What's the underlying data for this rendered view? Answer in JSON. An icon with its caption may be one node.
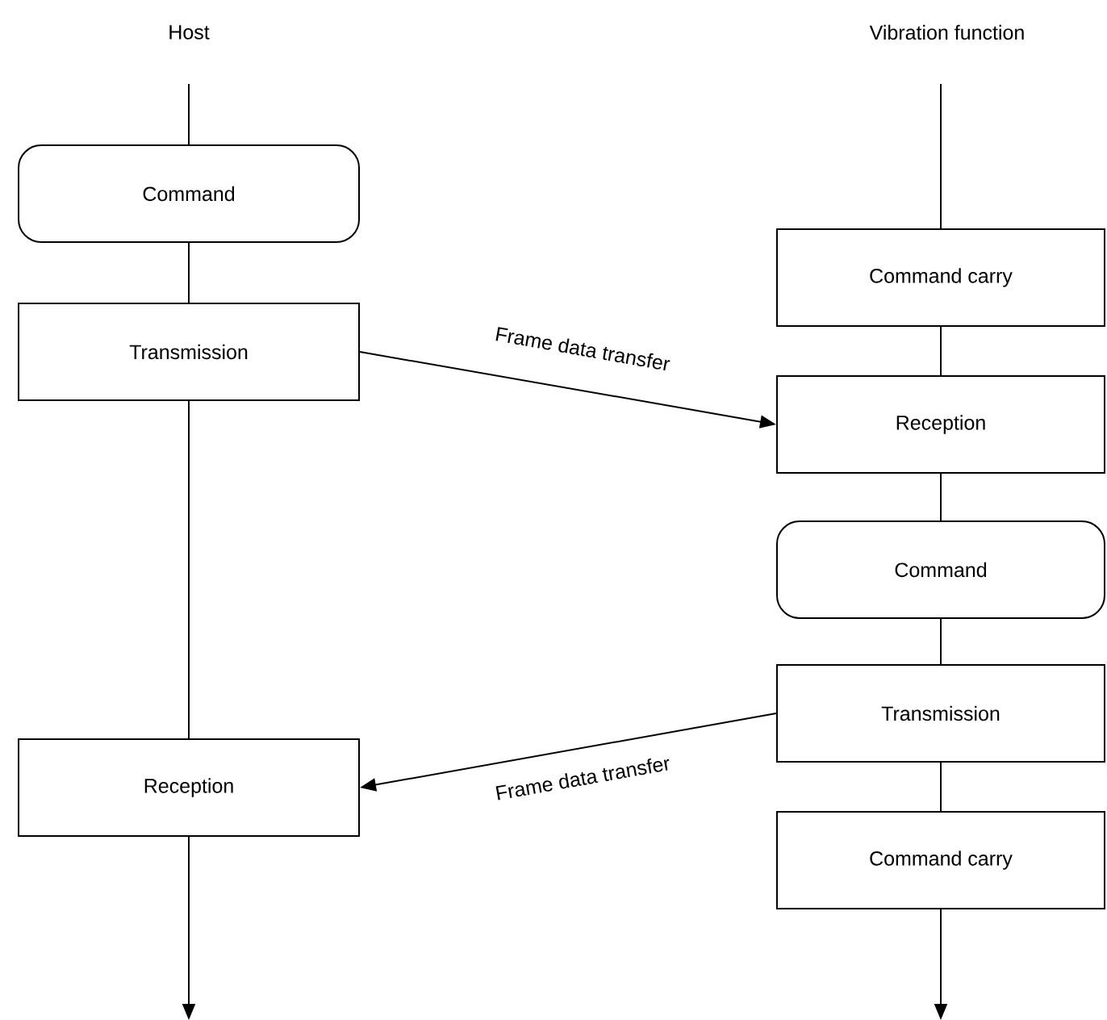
{
  "diagram": {
    "nodes": [
      {
        "text": [
          "Command"
        ]
      },
      {
        "text": [
          "Transmission"
        ]
      },
      {
        "text": [
          "Reception"
        ]
      },
      {
        "text": [
          "Command carry"
        ]
      },
      {
        "text": [
          "Reception"
        ]
      },
      {
        "text": [
          "Command"
        ]
      },
      {
        "text": [
          "Transmission"
        ]
      },
      {
        "text": [
          "Command carry"
        ]
      }
    ],
    "edges": [
      {
        "from": null,
        "to": 0,
        "arrow": "none"
      },
      {
        "from": 0,
        "to": 1,
        "arrow": "none"
      },
      {
        "from": 1,
        "to": 2,
        "arrow": "none"
      },
      {
        "from": 2,
        "to": null,
        "arrow": "to"
      },
      {
        "from": null,
        "to": 3,
        "arrow": "none"
      },
      {
        "from": 3,
        "to": 4,
        "arrow": "none"
      },
      {
        "from": 4,
        "to": 5,
        "arrow": "none"
      },
      {
        "from": 5,
        "to": 6,
        "arrow": "none"
      },
      {
        "from": 6,
        "to": 7,
        "arrow": "none"
      },
      {
        "from": 7,
        "to": null,
        "arrow": "to"
      },
      {
        "from": 1,
        "to": 4,
        "arrow": "to",
        "label": "Frame data transfer"
      },
      {
        "from": 6,
        "to": 2,
        "arrow": "to",
        "label": "Frame data transfer"
      }
    ],
    "labels": [
      "Host",
      "Vibration function"
    ]
  }
}
